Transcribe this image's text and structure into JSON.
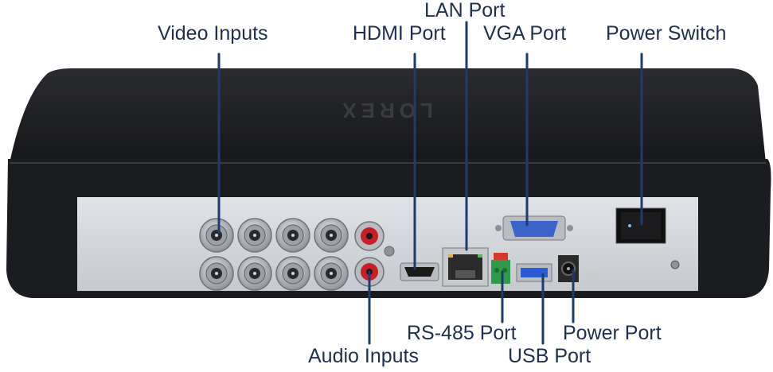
{
  "brand": "LOREX",
  "labels": {
    "video_inputs": "Video Inputs",
    "lan_port": "LAN Port",
    "hdmi_port": "HDMI Port",
    "vga_port": "VGA Port",
    "power_switch": "Power Switch",
    "rs485_port": "RS-485 Port",
    "power_port": "Power Port",
    "audio_inputs": "Audio Inputs",
    "usb_port": "USB Port"
  },
  "colors": {
    "label_text": "#1f2f4f",
    "leader_line": "#1e3a6e",
    "housing": "#1b1c1f",
    "back_panel": "#d4d7dc",
    "bnc_metal": "#b9bcc1",
    "rca_red": "#c81e28",
    "vga_blue": "#3b63c8",
    "usb_blue": "#2a5bd6",
    "terminal_green": "#2f9a4a",
    "terminal_red": "#d33a2c"
  },
  "connectors": {
    "bnc_count": 8,
    "rca_count": 2
  }
}
